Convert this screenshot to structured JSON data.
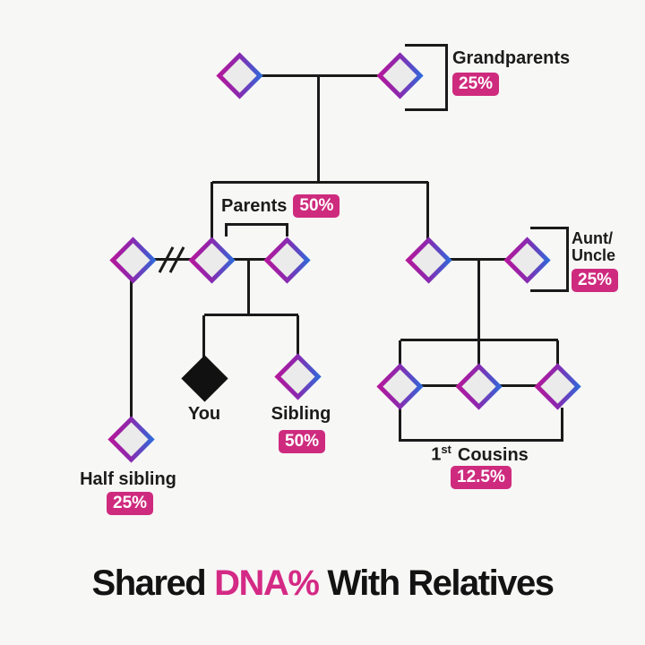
{
  "title": {
    "pre": "Shared",
    "highlight": "DNA%",
    "post": "With Relatives"
  },
  "groups": {
    "grandparents": {
      "label": "Grandparents",
      "pct": "25%"
    },
    "parents": {
      "label": "Parents",
      "pct": "50%"
    },
    "aunt_uncle": {
      "label_line1": "Aunt/",
      "label_line2": "Uncle",
      "pct": "25%"
    },
    "you": {
      "label": "You"
    },
    "sibling": {
      "label": "Sibling",
      "pct": "50%"
    },
    "half_sibling": {
      "label": "Half sibling",
      "pct": "25%"
    },
    "first_cousins": {
      "label_num": "1",
      "label_sup": "st",
      "label_rest": "Cousins",
      "pct": "12.5%"
    }
  },
  "nodes": [
    {
      "id": "grandparent-1",
      "shape": "diamond",
      "fill": "gradient"
    },
    {
      "id": "grandparent-2",
      "shape": "diamond",
      "fill": "gradient"
    },
    {
      "id": "parent-ex-partner",
      "shape": "diamond",
      "fill": "gradient"
    },
    {
      "id": "parent-1",
      "shape": "diamond",
      "fill": "gradient"
    },
    {
      "id": "parent-2",
      "shape": "diamond",
      "fill": "gradient"
    },
    {
      "id": "aunt-uncle",
      "shape": "diamond",
      "fill": "gradient"
    },
    {
      "id": "aunt-uncle-spouse",
      "shape": "diamond",
      "fill": "gradient"
    },
    {
      "id": "you",
      "shape": "diamond",
      "fill": "solid-black"
    },
    {
      "id": "sibling",
      "shape": "diamond",
      "fill": "gradient"
    },
    {
      "id": "half-sibling",
      "shape": "diamond",
      "fill": "gradient"
    },
    {
      "id": "cousin-1",
      "shape": "diamond",
      "fill": "gradient"
    },
    {
      "id": "cousin-2",
      "shape": "diamond",
      "fill": "gradient"
    },
    {
      "id": "cousin-3",
      "shape": "diamond",
      "fill": "gradient"
    }
  ],
  "colors": {
    "background": "#f7f7f6",
    "line": "#1a1a1a",
    "badge_pink": "#ce2b7e",
    "title_highlight_pink": "#d42a85",
    "diamond_gradient_magenta": "#b4189a",
    "diamond_gradient_blue": "#2f69d9",
    "diamond_fill": "#ebebeb",
    "you_fill": "#111111"
  }
}
